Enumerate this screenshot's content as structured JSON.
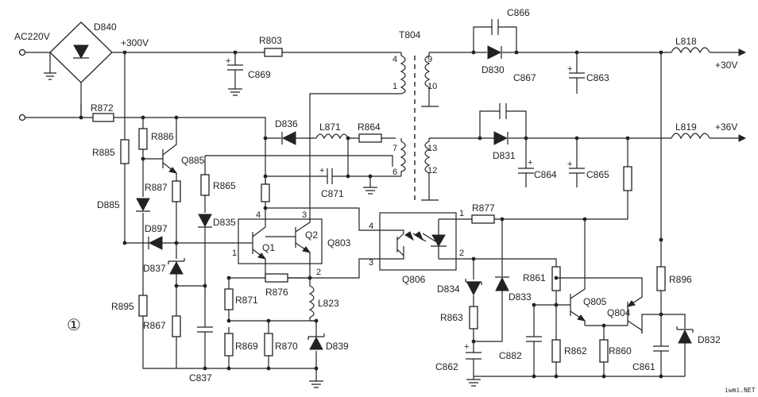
{
  "labels": {
    "ac220v": "AC220V",
    "d840": "D840",
    "plus300v": "+300V",
    "r803": "R803",
    "t804": "T804",
    "c866": "C866",
    "d830": "D830",
    "c867": "C867",
    "c863": "C863",
    "l818": "L818",
    "plus30v": "+30V",
    "c869": "C869",
    "r872": "R872",
    "r885": "R885",
    "r886": "R886",
    "q885": "Q885",
    "r887": "R887",
    "d885": "D885",
    "d897": "D897",
    "d836": "D836",
    "l871": "L871",
    "r864": "R864",
    "r865": "R865",
    "d835": "D835",
    "c871": "C871",
    "d831": "D831",
    "c864": "C864",
    "c865": "C865",
    "l819": "L819",
    "plus36v": "+36V",
    "q1": "Q1",
    "q2": "Q2",
    "q803": "Q803",
    "d837": "D837",
    "r895": "R895",
    "r867": "R867",
    "c837": "C837",
    "r871": "R871",
    "r876": "R876",
    "l823": "L823",
    "r869": "R869",
    "r870": "R870",
    "d839": "D839",
    "r877": "R877",
    "q806": "Q806",
    "d834": "D834",
    "d833": "D833",
    "r863": "R863",
    "c862": "C862",
    "c882": "C882",
    "r861": "R861",
    "q805": "Q805",
    "q804": "Q804",
    "r862": "R862",
    "r860": "R860",
    "r896": "R896",
    "d832": "D832",
    "c861": "C861",
    "circle_one": "①",
    "watermark": "iwmi.NET"
  },
  "pins": {
    "t4": "4",
    "t1": "1",
    "t9": "9",
    "t10": "10",
    "t7": "7",
    "t6": "6",
    "t13": "13",
    "t12": "12",
    "q4": "4",
    "q3": "3",
    "q1": "1",
    "q2": "2",
    "o4": "4",
    "o3": "3",
    "o1": "1",
    "o2": "2",
    "cp1": "+",
    "cp2": "+",
    "cp3": "+",
    "cp4": "+",
    "cp5": "+",
    "cp6": "+"
  }
}
